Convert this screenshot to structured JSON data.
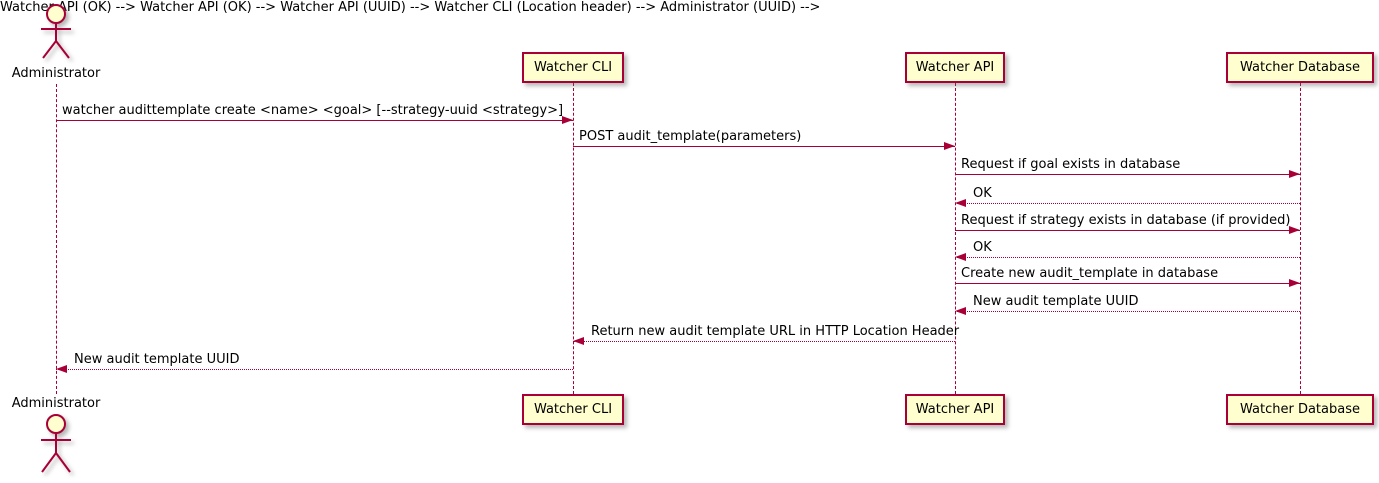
{
  "diagram": {
    "type": "uml-sequence-diagram",
    "colors": {
      "line": "#A80036",
      "participant_fill": "#FEFECE",
      "text": "#000000",
      "background": "#ffffff"
    },
    "actor": {
      "name": "Administrator"
    },
    "participants": [
      {
        "label": "Watcher CLI"
      },
      {
        "label": "Watcher API"
      },
      {
        "label": "Watcher Database"
      }
    ],
    "messages": [
      {
        "from": "Administrator",
        "to": "Watcher CLI",
        "label": "watcher audittemplate create <name> <goal> [--strategy-uuid <strategy>]",
        "style": "solid"
      },
      {
        "from": "Watcher CLI",
        "to": "Watcher API",
        "label": "POST audit_template(parameters)",
        "style": "solid"
      },
      {
        "from": "Watcher API",
        "to": "Watcher Database",
        "label": "Request if goal exists in database",
        "style": "solid"
      },
      {
        "from": "Watcher Database",
        "to": "Watcher API",
        "label": "OK",
        "style": "dashed"
      },
      {
        "from": "Watcher API",
        "to": "Watcher Database",
        "label": "Request if strategy exists in database (if provided)",
        "style": "solid"
      },
      {
        "from": "Watcher Database",
        "to": "Watcher API",
        "label": "OK",
        "style": "dashed"
      },
      {
        "from": "Watcher API",
        "to": "Watcher Database",
        "label": "Create new audit_template in database",
        "style": "solid"
      },
      {
        "from": "Watcher Database",
        "to": "Watcher API",
        "label": "New audit template UUID",
        "style": "dashed"
      },
      {
        "from": "Watcher API",
        "to": "Watcher CLI",
        "label": "Return new audit template URL in HTTP Location Header",
        "style": "dashed"
      },
      {
        "from": "Watcher CLI",
        "to": "Administrator",
        "label": "New audit template UUID",
        "style": "dashed"
      }
    ]
  }
}
